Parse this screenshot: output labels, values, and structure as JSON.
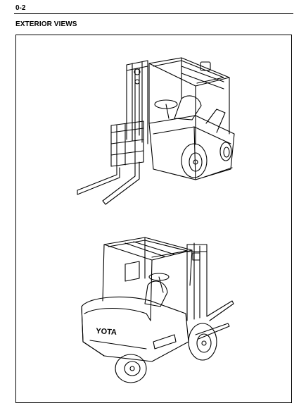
{
  "header": {
    "page_number": "0-2"
  },
  "section": {
    "title": "EXTERIOR VIEWS"
  },
  "figures": {
    "rear_brand_lettering": "YOTA"
  }
}
